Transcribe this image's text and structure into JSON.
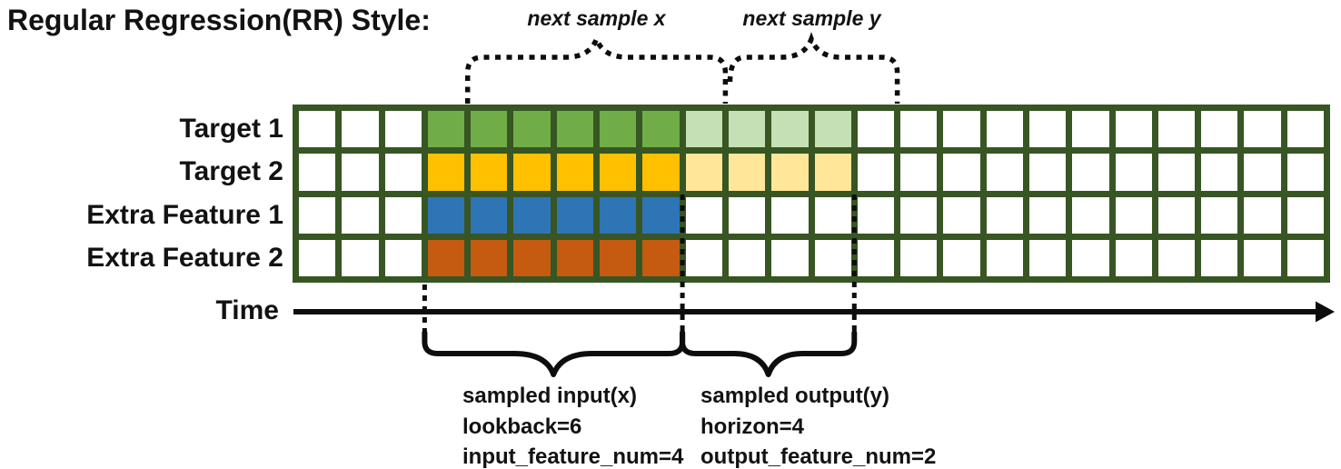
{
  "title": "Regular Regression(RR) Style:",
  "top_annotations": {
    "next_sample_x": "next sample x",
    "next_sample_y": "next sample y"
  },
  "grid": {
    "columns": 24,
    "border_color": "#375623",
    "cell_background": "#FFFFFF",
    "rows": [
      {
        "label": "Target 1",
        "segments": [
          {
            "count": 3,
            "color": "#FFFFFF"
          },
          {
            "count": 6,
            "color": "#70AD47"
          },
          {
            "count": 4,
            "color": "#C5E0B4"
          },
          {
            "count": 11,
            "color": "#FFFFFF"
          }
        ]
      },
      {
        "label": "Target 2",
        "segments": [
          {
            "count": 3,
            "color": "#FFFFFF"
          },
          {
            "count": 6,
            "color": "#FFC000"
          },
          {
            "count": 4,
            "color": "#FFE699"
          },
          {
            "count": 11,
            "color": "#FFFFFF"
          }
        ]
      },
      {
        "label": "Extra Feature 1",
        "segments": [
          {
            "count": 3,
            "color": "#FFFFFF"
          },
          {
            "count": 6,
            "color": "#2E75B6"
          },
          {
            "count": 15,
            "color": "#FFFFFF"
          }
        ]
      },
      {
        "label": "Extra Feature 2",
        "segments": [
          {
            "count": 3,
            "color": "#FFFFFF"
          },
          {
            "count": 6,
            "color": "#C55A11"
          },
          {
            "count": 15,
            "color": "#FFFFFF"
          }
        ]
      }
    ]
  },
  "time_axis": {
    "label": "Time"
  },
  "bottom_annotations": {
    "input": {
      "lines": [
        "sampled input(x)",
        "lookback=6",
        "input_feature_num=4"
      ]
    },
    "output": {
      "lines": [
        "sampled output(y)",
        "horizon=4",
        "output_feature_num=2"
      ]
    }
  },
  "line_color": "#0d0d0d"
}
